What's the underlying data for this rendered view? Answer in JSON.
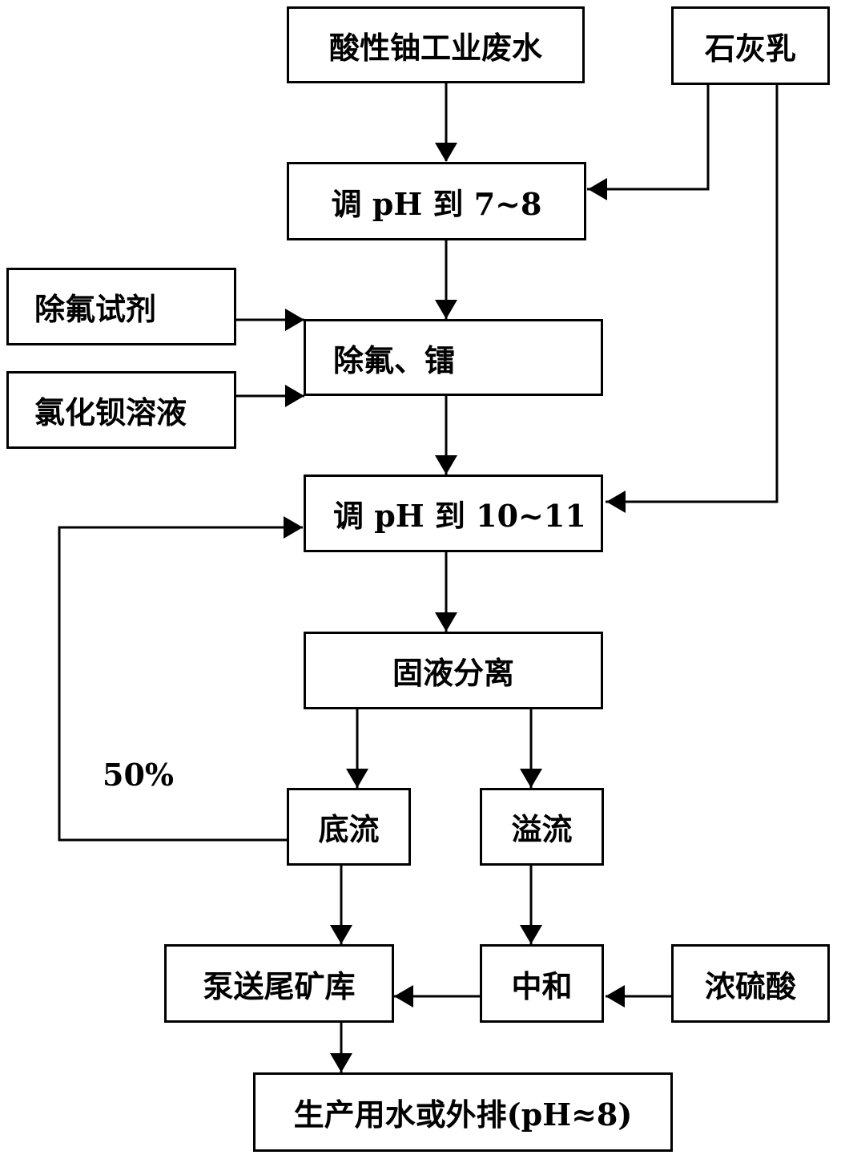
{
  "nodes": {
    "wastewater": "酸性铀工业废水",
    "lime_milk": "石灰乳",
    "adjust_ph_1": "调 pH 到 7~8",
    "defluor_reagent": "除氟试剂",
    "barium_chloride": "氯化钡溶液",
    "remove_f_ra": "除氟、镭",
    "adjust_ph_2": "调 pH 到 10~11",
    "solid_liquid_sep": "固液分离",
    "underflow": "底流",
    "overflow": "溢流",
    "tailings_pump": "泵送尾矿库",
    "neutralize": "中和",
    "conc_sulfuric_acid": "浓硫酸",
    "final_water": "生产用水或外排(pH≈8)"
  },
  "edge_labels": {
    "recycle_ratio": "50%"
  }
}
